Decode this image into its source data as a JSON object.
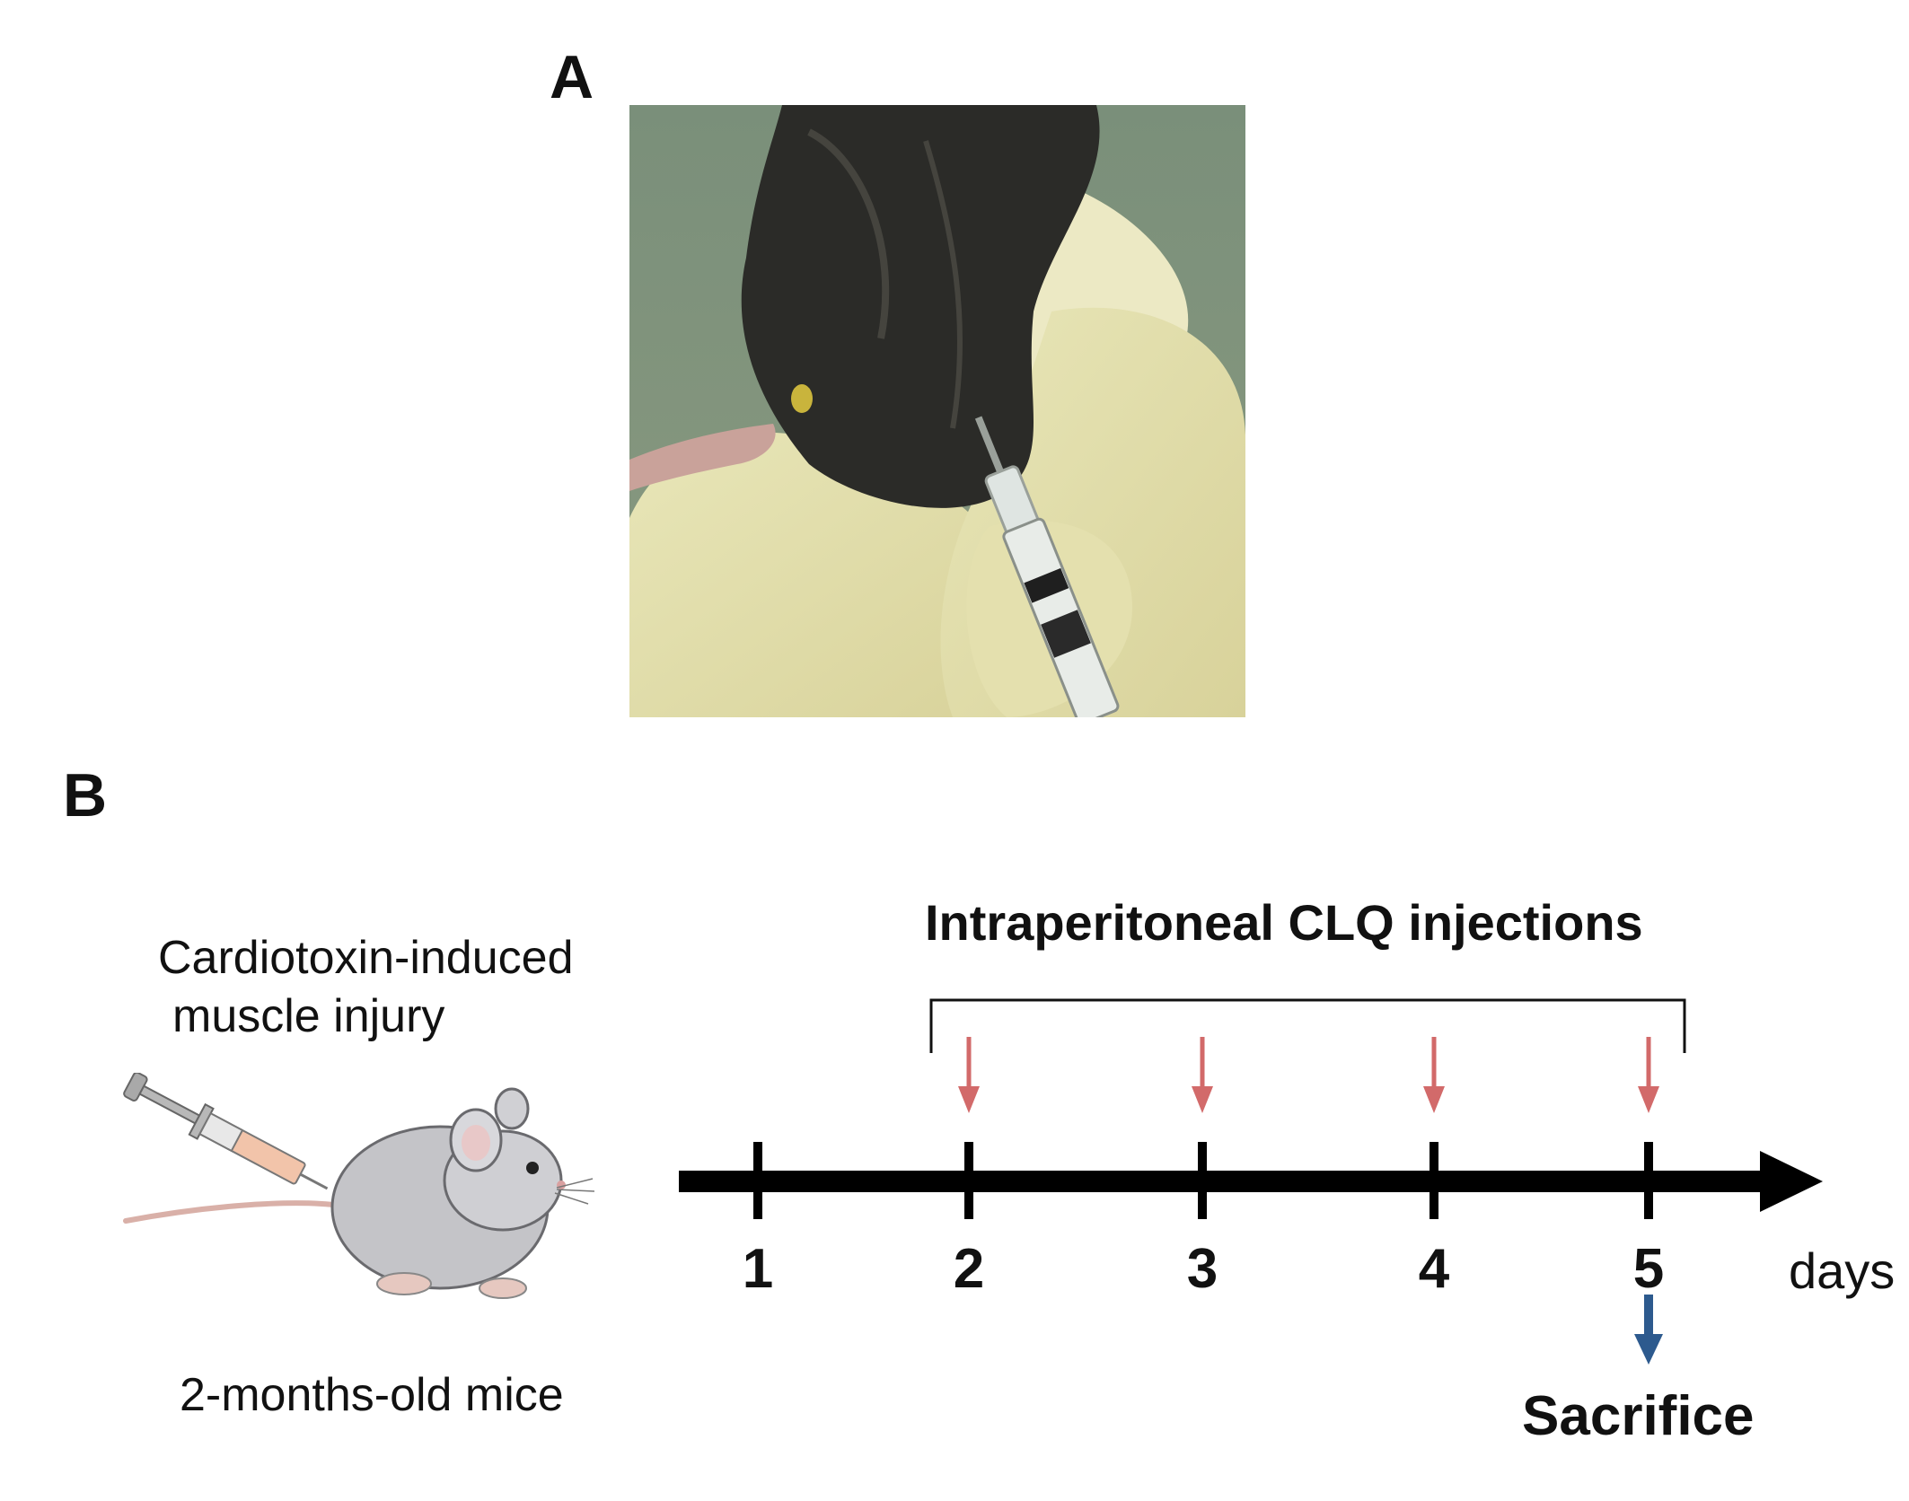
{
  "panel_a": {
    "label": "A"
  },
  "panel_b": {
    "label": "B",
    "injury_line1": "Cardiotoxin-induced",
    "injury_line2": "muscle injury",
    "mice_label": "2-months-old mice",
    "injections_label": "Intraperitoneal CLQ injections",
    "days": [
      "1",
      "2",
      "3",
      "4",
      "5"
    ],
    "days_unit": "days",
    "sacrifice_label": "Sacrifice",
    "injection_days": [
      "2",
      "3",
      "4",
      "5"
    ],
    "sacrifice_day": "5"
  },
  "colors": {
    "injection_arrow": "#d26a6a",
    "sacrifice_arrow": "#2d5a8e",
    "timeline": "#000000"
  }
}
